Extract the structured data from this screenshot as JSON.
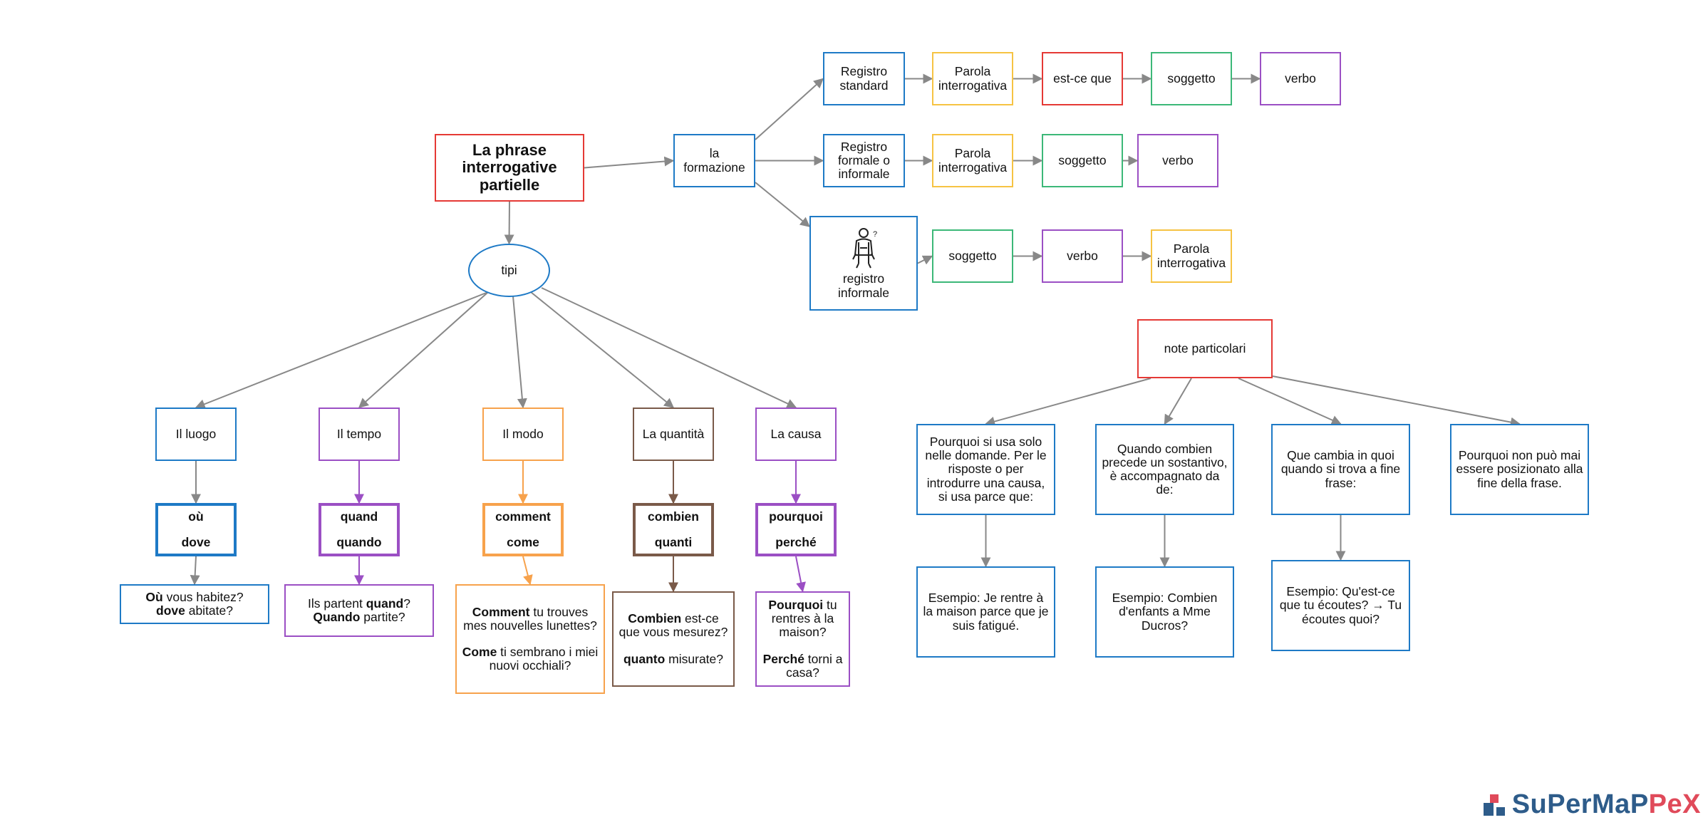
{
  "title": [
    "La phrase",
    "interrogative",
    "partielle"
  ],
  "formazione": {
    "label": [
      "la",
      "formazione"
    ]
  },
  "registers": {
    "standard": {
      "label": [
        "Registro",
        "standard"
      ],
      "chain": [
        [
          "Parola",
          "interrogativa"
        ],
        [
          "est-ce que"
        ],
        [
          "soggetto"
        ],
        [
          "verbo"
        ]
      ]
    },
    "formale": {
      "label": [
        "Registro",
        "formale o",
        "informale"
      ],
      "chain": [
        [
          "Parola",
          "interrogativa"
        ],
        [
          "soggetto"
        ],
        [
          "verbo"
        ]
      ]
    },
    "informale": {
      "label": [
        "registro",
        "informale"
      ],
      "icon": "person-with-question-icon",
      "chain": [
        [
          "soggetto"
        ],
        [
          "verbo"
        ],
        [
          "Parola",
          "interrogativa"
        ]
      ]
    }
  },
  "tipi": "tipi",
  "types": [
    {
      "label": "Il luogo",
      "words": [
        "où",
        "dove"
      ],
      "example": [
        [
          {
            "b": "Où"
          },
          {
            "t": " vous habitez?"
          }
        ],
        [
          {
            "b": "dove"
          },
          {
            "t": " abitate?"
          }
        ]
      ]
    },
    {
      "label": "Il tempo",
      "words": [
        "quand",
        "quando"
      ],
      "example": [
        [
          {
            "t": "Ils partent "
          },
          {
            "b": "quand"
          },
          {
            "t": "?"
          }
        ],
        [
          {
            "b": "Quando"
          },
          {
            "t": " partite?"
          }
        ]
      ]
    },
    {
      "label": "Il modo",
      "words": [
        "comment",
        "come"
      ],
      "example": [
        [
          {
            "b": "Comment"
          },
          {
            "t": " tu trouves"
          }
        ],
        [
          {
            "t": "mes nouvelles lunettes?"
          }
        ],
        [],
        [
          {
            "b": "Come"
          },
          {
            "t": " ti sembrano i miei"
          }
        ],
        [
          {
            "t": "nuovi occhiali?"
          }
        ]
      ]
    },
    {
      "label": "La quantità",
      "words": [
        "combien",
        "quanti"
      ],
      "example": [
        [
          {
            "b": "Combien"
          },
          {
            "t": " est-ce"
          }
        ],
        [
          {
            "t": "que vous mesurez?"
          }
        ],
        [],
        [
          {
            "b": "quanto"
          },
          {
            "t": " misurate?"
          }
        ]
      ]
    },
    {
      "label": "La causa",
      "words": [
        "pourquoi",
        "perché"
      ],
      "example": [
        [
          {
            "b": "Pourquoi"
          },
          {
            "t": " tu"
          }
        ],
        [
          {
            "t": "rentres à la"
          }
        ],
        [
          {
            "t": "maison?"
          }
        ],
        [],
        [
          {
            "b": "Perché"
          },
          {
            "t": " torni a"
          }
        ],
        [
          {
            "t": "casa?"
          }
        ]
      ]
    }
  ],
  "notes": {
    "label": "note particolari",
    "items": [
      {
        "text": [
          "Pourquoi si usa solo",
          "nelle domande. Per le",
          "risposte o per",
          "introdurre una causa,",
          "si usa parce que:"
        ],
        "example": [
          "Esempio: Je rentre à",
          "la maison parce que je",
          "suis fatigué."
        ]
      },
      {
        "text": [
          "Quando combien",
          "precede un sostantivo,",
          "è accompagnato da",
          "de:"
        ],
        "example": [
          "Esempio: Combien",
          "d'enfants a Mme",
          "Ducros?"
        ]
      },
      {
        "text": [
          "Que cambia in quoi",
          "quando si trova a fine",
          "frase:"
        ],
        "example": [
          "Esempio: Qu'est-ce",
          "que tu écoutes? → Tu",
          "écoutes quoi?"
        ]
      },
      {
        "text": [
          "Pourquoi non può mai",
          "essere posizionato alla",
          "fine della frase."
        ]
      }
    ]
  },
  "logo": {
    "text_a": "SuPerMaP",
    "text_b": "PeX"
  },
  "colors": {
    "red": "#e53935",
    "blue": "#1e7ac6",
    "orange": "#f7a24c",
    "yellow": "#f6c343",
    "green": "#3cb878",
    "purple": "#9b4fc4",
    "brown": "#7a5a49",
    "edge": "#888888"
  }
}
